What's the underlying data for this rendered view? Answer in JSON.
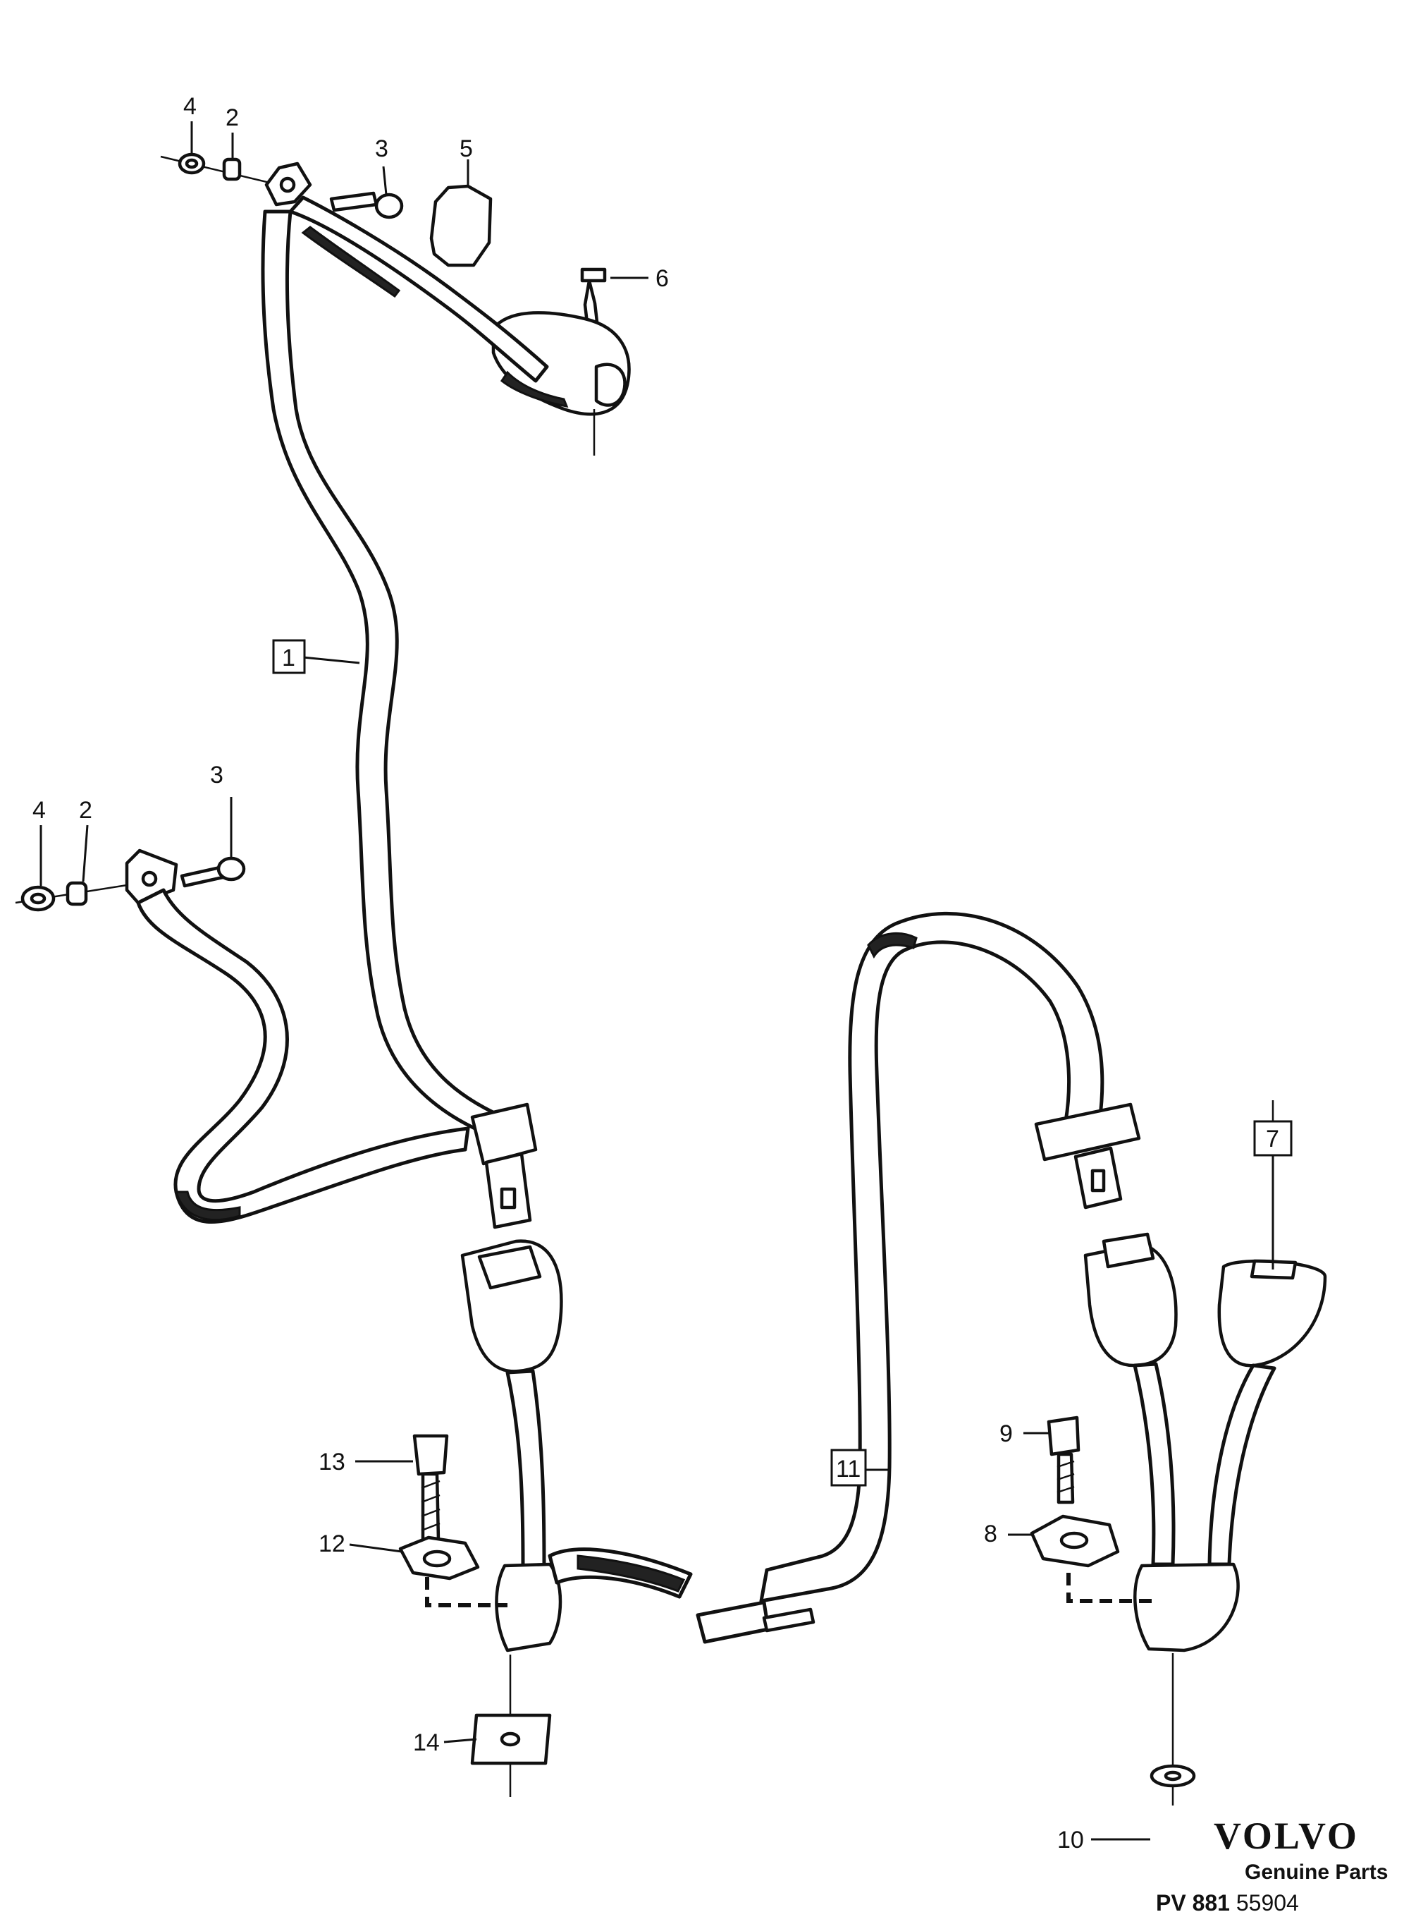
{
  "callouts": {
    "c1": "1",
    "c2a": "2",
    "c2b": "2",
    "c3a": "3",
    "c3b": "3",
    "c4a": "4",
    "c4b": "4",
    "c5": "5",
    "c6": "6",
    "c7": "7",
    "c8": "8",
    "c9": "9",
    "c10": "10",
    "c11": "11",
    "c12": "12",
    "c13": "13",
    "c14": "14"
  },
  "branding": {
    "logo": "VOLVO",
    "subtitle": "Genuine Parts",
    "code_prefix": "PV",
    "code_number": "881",
    "code_suffix": "55904"
  }
}
